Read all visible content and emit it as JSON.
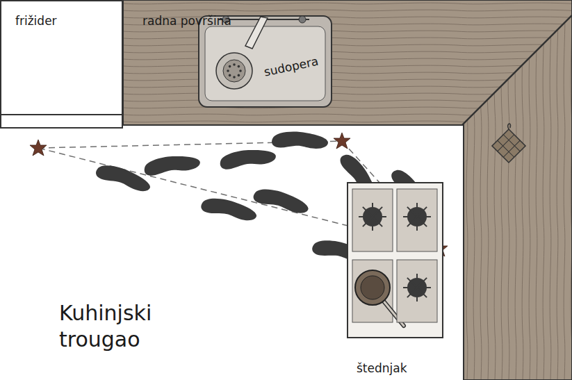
{
  "diagram": {
    "nodes": [
      {
        "text": [
          "frižider"
        ]
      },
      {
        "text": [
          "radna površina"
        ]
      },
      {
        "text": [
          "sudopera"
        ],
        "in": 1
      },
      {
        "text": [
          "štednjak"
        ],
        "in": 1
      }
    ],
    "labels": [
      "Kuhinjski trougao"
    ]
  }
}
